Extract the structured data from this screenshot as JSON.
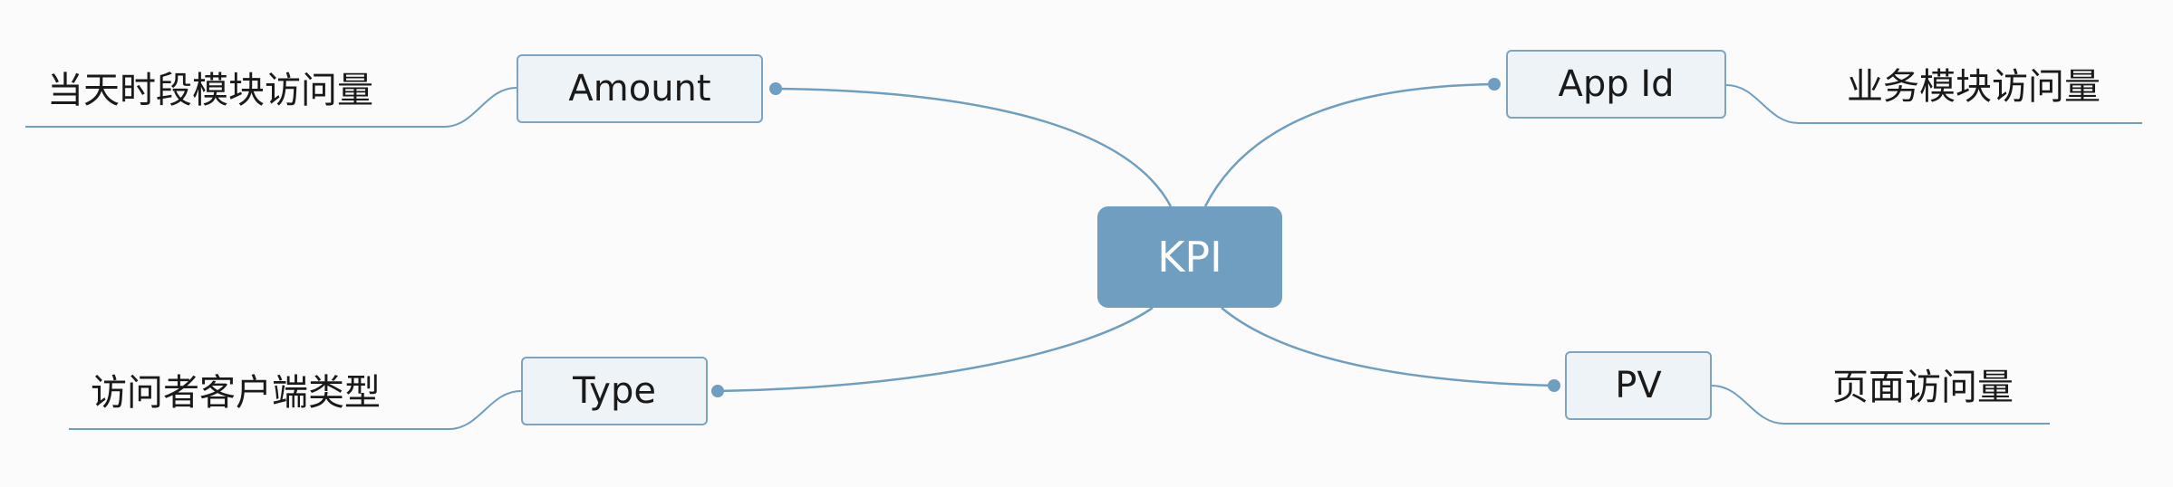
{
  "root": {
    "label": "KPI"
  },
  "branches": {
    "amount": {
      "label": "Amount",
      "note": "当天时段模块访问量"
    },
    "type": {
      "label": "Type",
      "note": "访问者客户端类型"
    },
    "app_id": {
      "label": "App Id",
      "note": "业务模块访问量"
    },
    "pv": {
      "label": "PV",
      "note": "页面访问量"
    }
  },
  "colors": {
    "root_fill": "#6f9ec1",
    "topic_fill": "#eef3f7",
    "topic_border": "#7fa4c1",
    "connector": "#6f9ec1",
    "background": "#fbfbfb"
  }
}
